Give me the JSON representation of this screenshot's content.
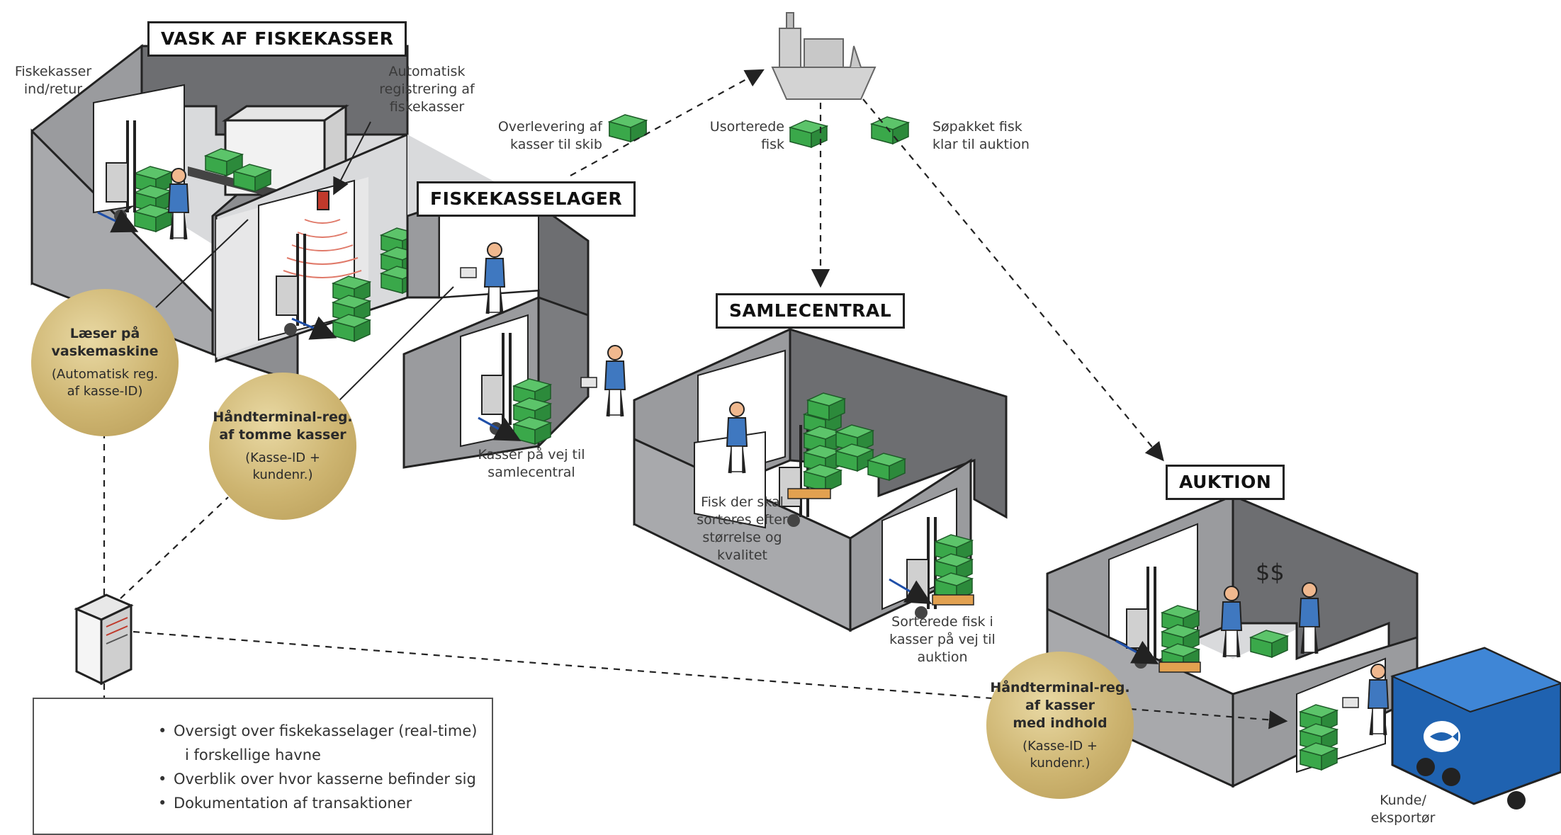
{
  "titles": {
    "vask": "VASK AF FISKEKASSER",
    "lager": "FISKEKASSELAGER",
    "samle": "SAMLECENTRAL",
    "auktion": "AUKTION"
  },
  "labels": {
    "fiskekasser_ind_retur": [
      "Fiskekasser",
      "ind/retur"
    ],
    "auto_reg": [
      "Automatisk",
      "registrering af",
      "fiskekasser"
    ],
    "overlevering": [
      "Overlevering af",
      "kasser til skib"
    ],
    "usorterede": [
      "Usorterede",
      "fisk"
    ],
    "sopakket": [
      "Søpakket fisk",
      "klar til auktion"
    ],
    "kasser_vej": [
      "Kasser på vej til",
      "samlecentral"
    ],
    "fisk_sorteres": [
      "Fisk der skal",
      "sorteres efter",
      "størrelse og",
      "kvalitet"
    ],
    "sorterede": [
      "Sorterede fisk i",
      "kasser på vej til",
      "auktion"
    ],
    "dollar": "$$",
    "kunde": [
      "Kunde/",
      "eksportør"
    ]
  },
  "badges": {
    "laeser": {
      "title": [
        "Læser på",
        "vaskemaskine"
      ],
      "sub": [
        "(Automatisk reg.",
        "af kasse-ID)"
      ]
    },
    "haand1": {
      "title": [
        "Håndterminal-reg.",
        "af tomme kasser"
      ],
      "sub": [
        "(Kasse-ID +",
        "kundenr.)"
      ]
    },
    "haand2": {
      "title": [
        "Håndterminal-reg.",
        "af kasser",
        "med indhold"
      ],
      "sub": [
        "(Kasse-ID +",
        "kundenr.)"
      ]
    }
  },
  "infobox": {
    "items": [
      "Oversigt over fiskekasselager (real-time)",
      "i forskellige havne",
      "Overblik over hvor kasserne befinder sig",
      "Dokumentation af transaktioner"
    ]
  },
  "colors": {
    "wall_dark": "#6d6e71",
    "wall_mid": "#9a9b9e",
    "floor": "#d9dadc",
    "crate_green": "#3aa84a",
    "person_blue": "#3f78c0",
    "gold": "#c9b06c",
    "truck_blue": "#1f62b0"
  }
}
